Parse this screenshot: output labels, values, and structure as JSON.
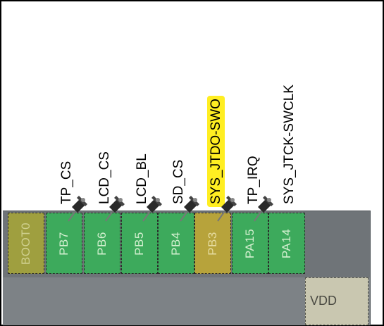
{
  "pins": [
    {
      "id": "boot0",
      "label": "BOOT0",
      "state": "boot"
    },
    {
      "id": "pb7",
      "label": "PB7",
      "state": "assigned",
      "signal": "TP_CS"
    },
    {
      "id": "pb6",
      "label": "PB6",
      "state": "assigned",
      "signal": "LCD_CS"
    },
    {
      "id": "pb5",
      "label": "PB5",
      "state": "assigned",
      "signal": "LCD_BL"
    },
    {
      "id": "pb4",
      "label": "PB4",
      "state": "assigned",
      "signal": "SD_CS"
    },
    {
      "id": "pb3",
      "label": "PB3",
      "state": "warn",
      "signal": "SYS_JTDO-SWO"
    },
    {
      "id": "pa15",
      "label": "PA15",
      "state": "assigned",
      "signal": "TP_IRQ"
    },
    {
      "id": "pa14",
      "label": "PA14",
      "state": "assigned",
      "signal": "SYS_JTCK-SWCLK"
    }
  ],
  "vdd_label": "VDD",
  "colors": {
    "assigned": "#3daa5c",
    "boot": "#9f9f3f",
    "warn": "#b7a33b",
    "highlight": "#ffee22",
    "chip": "#6f7478"
  },
  "icons": {
    "pushpin": "pushpin-icon"
  }
}
